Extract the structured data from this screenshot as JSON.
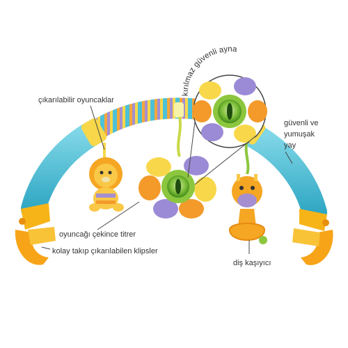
{
  "labels": {
    "removable_toys": "çıkarılabilir oyuncaklar",
    "mirror": "kırılmaz güvenli ayna",
    "safe_soft_arc_line1": "güvenli ve",
    "safe_soft_arc_line2": "yumuşak",
    "safe_soft_arc_line3": "yay",
    "vibrates": "oyuncağı çekince titrer",
    "clips": "kolay takıp çıkarılabilen klipsler",
    "teether": "diş kaşıyıcı"
  },
  "colors": {
    "arc_blue": "#4cc1d8",
    "arc_stripe_orange": "#f4a63a",
    "arc_stripe_yellow": "#f8d84a",
    "arc_stripe_purple": "#a58fd0",
    "clip_yellow": "#f7b418",
    "petal_orange": "#f39a2b",
    "petal_purple": "#9b8bd6",
    "mirror_green": "#8cc63e",
    "lion_yellow": "#f9c846",
    "giraffe_orange": "#f5a623",
    "leader_line": "#444444"
  }
}
